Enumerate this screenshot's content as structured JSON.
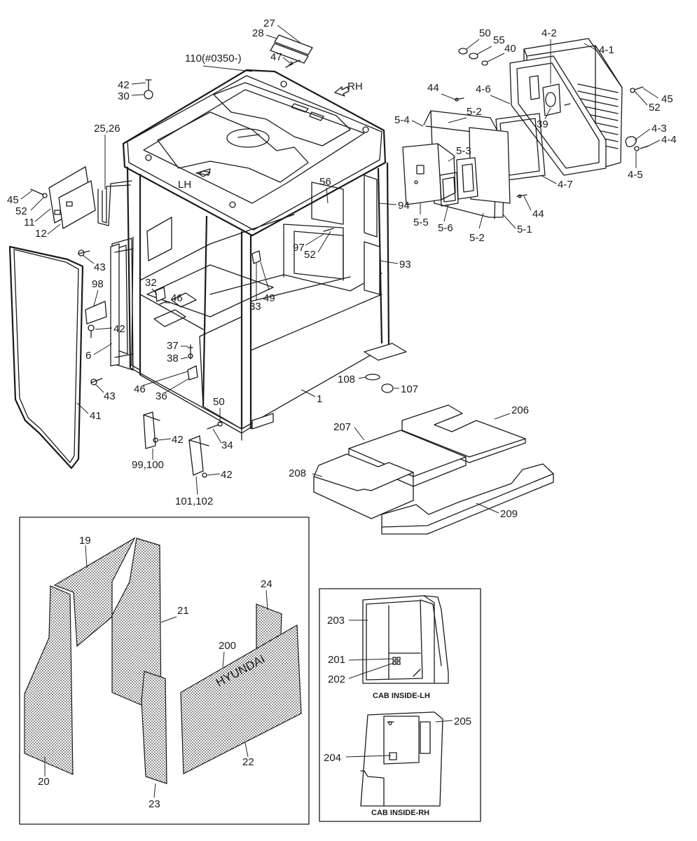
{
  "parts": [
    {
      "id": "p-27",
      "label": "27"
    },
    {
      "id": "p-28",
      "label": "28"
    },
    {
      "id": "p-47",
      "label": "47"
    },
    {
      "id": "p-110",
      "label": "110(#0350-)"
    },
    {
      "id": "p-rh",
      "label": "RH"
    },
    {
      "id": "p-42a",
      "label": "42"
    },
    {
      "id": "p-30",
      "label": "30"
    },
    {
      "id": "p-2526",
      "label": "25,26"
    },
    {
      "id": "p-lh",
      "label": "LH"
    },
    {
      "id": "p-45a",
      "label": "45"
    },
    {
      "id": "p-52a",
      "label": "52"
    },
    {
      "id": "p-11",
      "label": "11"
    },
    {
      "id": "p-12",
      "label": "12"
    },
    {
      "id": "p-43a",
      "label": "43"
    },
    {
      "id": "p-98",
      "label": "98"
    },
    {
      "id": "p-42b",
      "label": "42"
    },
    {
      "id": "p-6",
      "label": "6"
    },
    {
      "id": "p-43b",
      "label": "43"
    },
    {
      "id": "p-41",
      "label": "41"
    },
    {
      "id": "p-32",
      "label": "32"
    },
    {
      "id": "p-46a",
      "label": "46"
    },
    {
      "id": "p-37",
      "label": "37"
    },
    {
      "id": "p-38",
      "label": "38"
    },
    {
      "id": "p-46b",
      "label": "46"
    },
    {
      "id": "p-36",
      "label": "36"
    },
    {
      "id": "p-42c",
      "label": "42"
    },
    {
      "id": "p-99100",
      "label": "99,100"
    },
    {
      "id": "p-42d",
      "label": "42"
    },
    {
      "id": "p-101102",
      "label": "101,102"
    },
    {
      "id": "p-50b",
      "label": "50"
    },
    {
      "id": "p-34",
      "label": "34"
    },
    {
      "id": "p-1",
      "label": "1"
    },
    {
      "id": "p-56",
      "label": "56"
    },
    {
      "id": "p-94",
      "label": "94"
    },
    {
      "id": "p-97",
      "label": "97"
    },
    {
      "id": "p-52b",
      "label": "52"
    },
    {
      "id": "p-93",
      "label": "93"
    },
    {
      "id": "p-33",
      "label": "33"
    },
    {
      "id": "p-49",
      "label": "49"
    },
    {
      "id": "p-108",
      "label": "108"
    },
    {
      "id": "p-107",
      "label": "107"
    },
    {
      "id": "p-50",
      "label": "50"
    },
    {
      "id": "p-55",
      "label": "55"
    },
    {
      "id": "p-40",
      "label": "40"
    },
    {
      "id": "p-42t",
      "label": "4-2"
    },
    {
      "id": "p-41t",
      "label": "4-1"
    },
    {
      "id": "p-44a",
      "label": "44"
    },
    {
      "id": "p-46t",
      "label": "4-6"
    },
    {
      "id": "p-45b",
      "label": "45"
    },
    {
      "id": "p-52c",
      "label": "52"
    },
    {
      "id": "p-54",
      "label": "5-4"
    },
    {
      "id": "p-52p",
      "label": "5-2"
    },
    {
      "id": "p-39",
      "label": "39"
    },
    {
      "id": "p-43t",
      "label": "4-3"
    },
    {
      "id": "p-44t",
      "label": "4-4"
    },
    {
      "id": "p-53",
      "label": "5-3"
    },
    {
      "id": "p-45t",
      "label": "4-5"
    },
    {
      "id": "p-47t",
      "label": "4-7"
    },
    {
      "id": "p-44b",
      "label": "44"
    },
    {
      "id": "p-55t",
      "label": "5-5"
    },
    {
      "id": "p-56t",
      "label": "5-6"
    },
    {
      "id": "p-52q",
      "label": "5-2"
    },
    {
      "id": "p-51",
      "label": "5-1"
    },
    {
      "id": "p-206",
      "label": "206"
    },
    {
      "id": "p-207",
      "label": "207"
    },
    {
      "id": "p-208",
      "label": "208"
    },
    {
      "id": "p-209",
      "label": "209"
    },
    {
      "id": "p-19",
      "label": "19"
    },
    {
      "id": "p-24",
      "label": "24"
    },
    {
      "id": "p-21",
      "label": "21"
    },
    {
      "id": "p-200",
      "label": "200"
    },
    {
      "id": "p-20",
      "label": "20"
    },
    {
      "id": "p-22",
      "label": "22"
    },
    {
      "id": "p-23",
      "label": "23"
    },
    {
      "id": "p-203",
      "label": "203"
    },
    {
      "id": "p-201",
      "label": "201"
    },
    {
      "id": "p-202",
      "label": "202"
    },
    {
      "id": "p-205",
      "label": "205"
    },
    {
      "id": "p-204",
      "label": "204"
    }
  ],
  "brand": "HYUNDAI",
  "captions": {
    "lh": "CAB INSIDE-LH",
    "rh": "CAB INSIDE-RH"
  }
}
